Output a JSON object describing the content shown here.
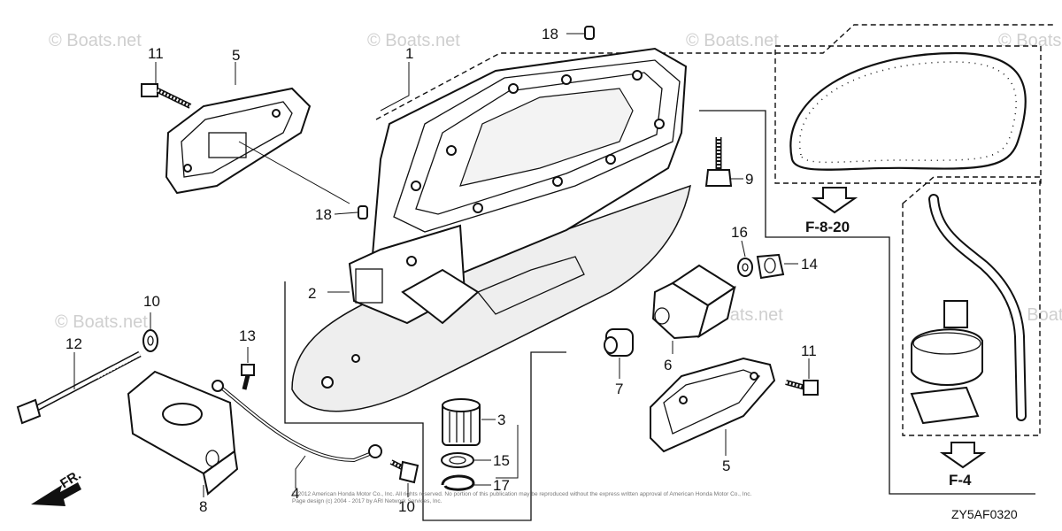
{
  "watermark": "© Boats.net",
  "diagram_code": "ZY5AF0320",
  "front_marker": "FR.",
  "refs": {
    "f_8_20": "F-8-20",
    "f_4": "F-4"
  },
  "copyright": "© 2012 American Honda Motor Co., Inc. All rights reserved. No portion of this publication may be reproduced without the express written approval of American Honda Motor Co., Inc. Page design (c) 2004 - 2017 by ARI Network Services, Inc.",
  "callouts": {
    "c1": "1",
    "c2": "2",
    "c3": "3",
    "c4": "4",
    "c5a": "5",
    "c5b": "5",
    "c6": "6",
    "c7": "7",
    "c8": "8",
    "c9": "9",
    "c10a": "10",
    "c10b": "10",
    "c11a": "11",
    "c11b": "11",
    "c12": "12",
    "c13": "13",
    "c14": "14",
    "c15": "15",
    "c16": "16",
    "c17": "17",
    "c18a": "18",
    "c18b": "18"
  }
}
